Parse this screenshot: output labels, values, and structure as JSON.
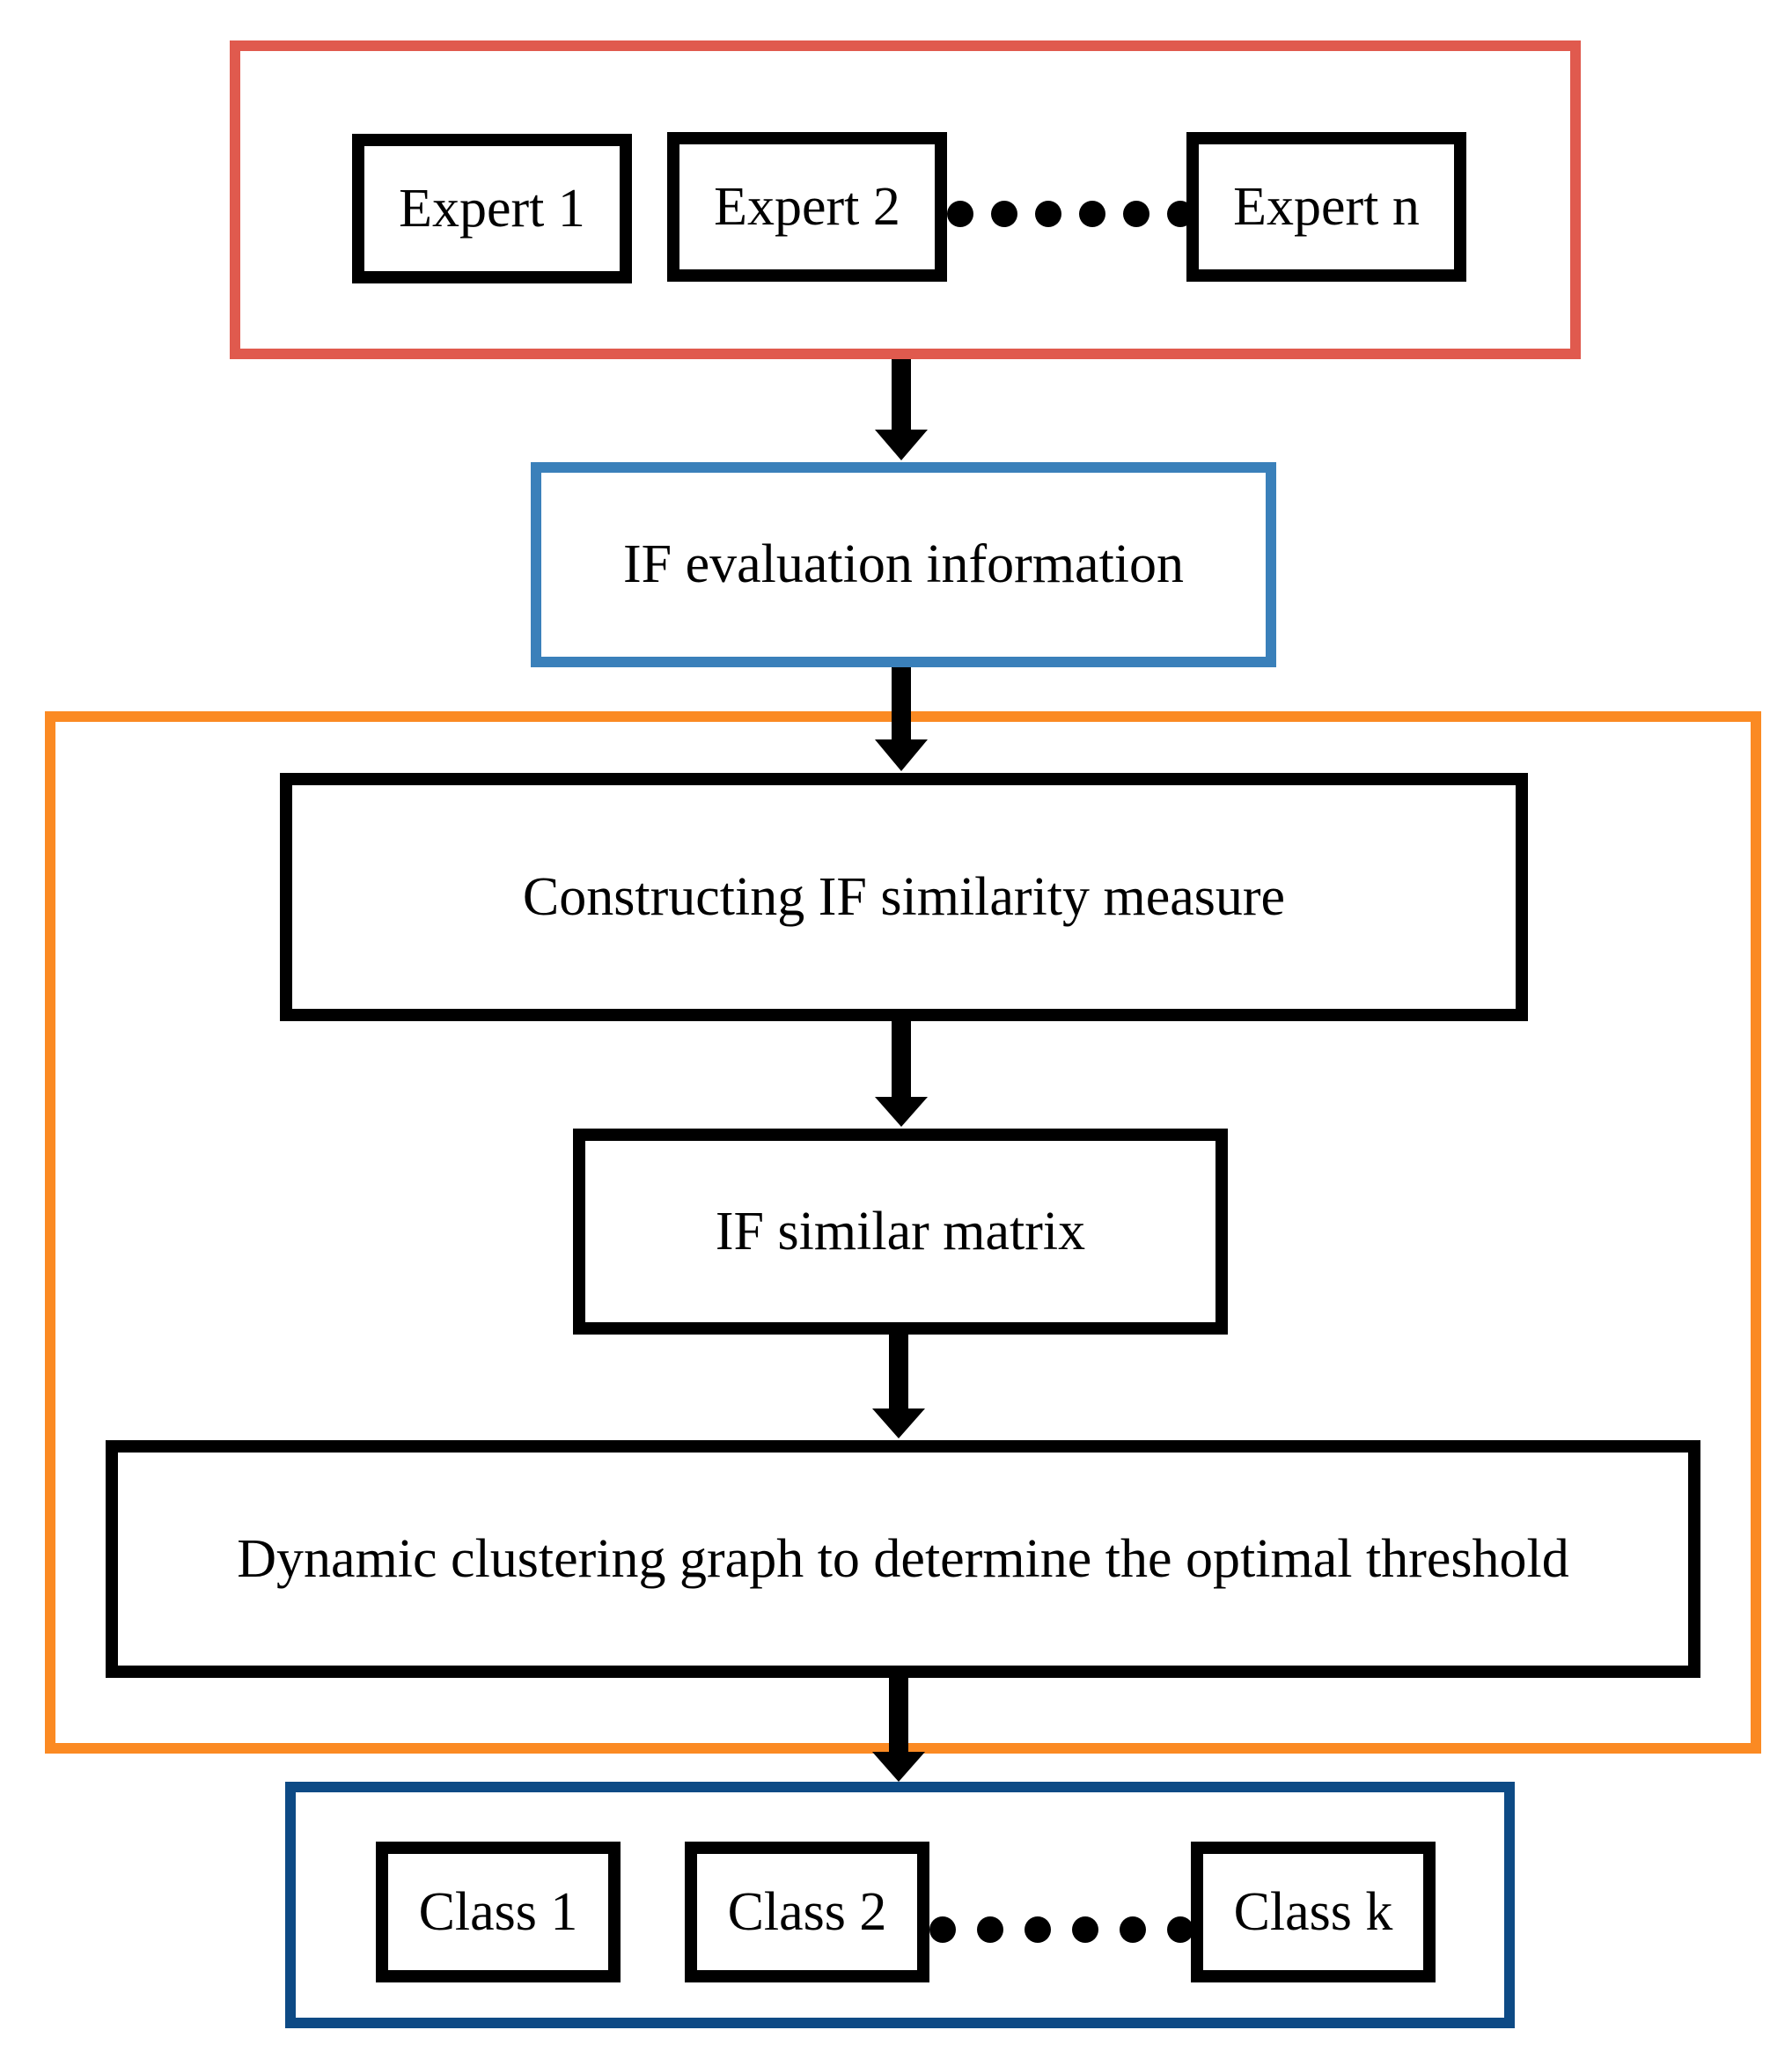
{
  "experts": [
    "Expert 1",
    "Expert 2",
    "Expert n"
  ],
  "evaluation": "IF evaluation information",
  "steps": {
    "construct": "Constructing IF similarity measure",
    "matrix": "IF similar matrix",
    "dynamic": "Dynamic clustering graph to determine the optimal threshold"
  },
  "classes": [
    "Class 1",
    "Class 2",
    "Class k"
  ],
  "colors": {
    "experts_group": "#E05A4E",
    "evaluation_group": "#3A80BA",
    "process_group": "#FB8A23",
    "classes_group": "#0D4A85",
    "box_border": "#000000"
  }
}
